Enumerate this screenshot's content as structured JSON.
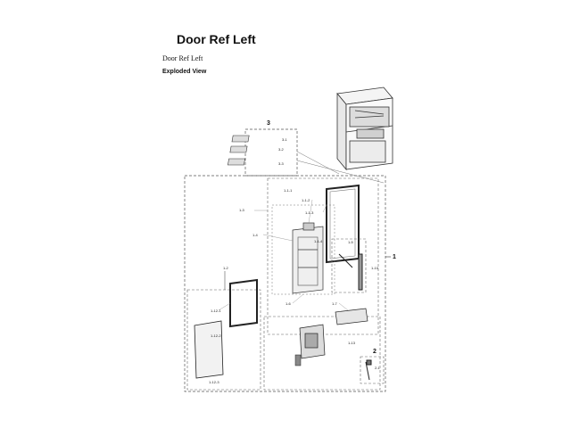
{
  "header": {
    "title": "Door Ref Left",
    "subtitle": "Door Ref Left",
    "section": "Exploded View"
  },
  "diagram": {
    "group_labels": [
      "1",
      "2",
      "3"
    ],
    "part_labels": [
      "3-1",
      "3-2",
      "3-3",
      "1-1-1",
      "1-1-2",
      "1-1-3",
      "1-1-4",
      "1-2",
      "1-3",
      "1-4",
      "1-5",
      "1-6",
      "1-7",
      "1-10",
      "2-1",
      "1-12-1",
      "1-12-2",
      "1-12-3",
      "1-13"
    ]
  }
}
